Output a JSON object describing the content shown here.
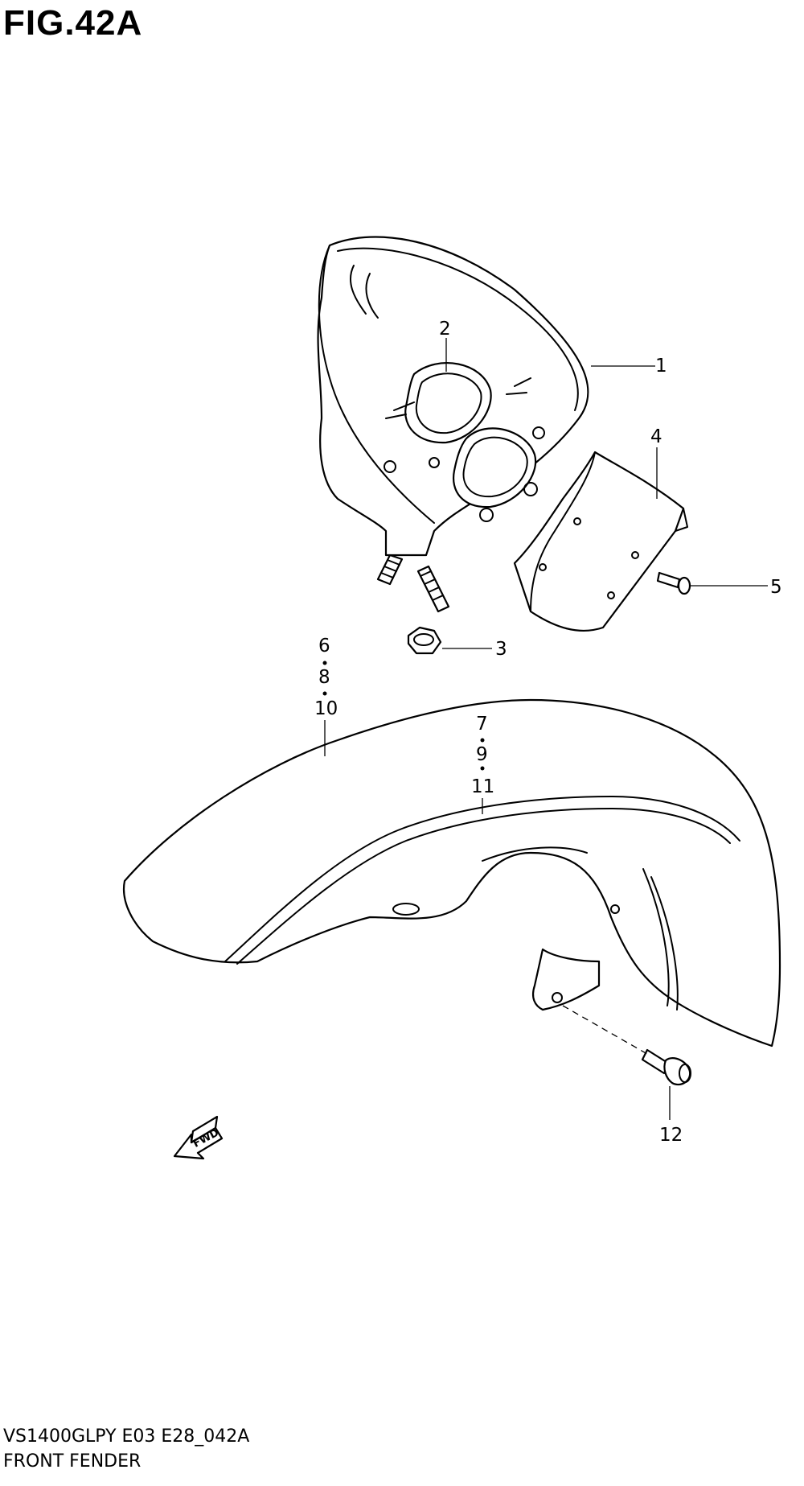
{
  "figure_title": "FIG.42A",
  "model_code": "VS1400GLPY E03 E28_042A",
  "section_name": "FRONT FENDER",
  "direction_label": "FWD",
  "callouts": {
    "c1": "1",
    "c2": "2",
    "c3": "3",
    "c4": "4",
    "c5": "5",
    "c6": "6",
    "c7": "7",
    "c8": "8",
    "c9": "9",
    "c10": "10",
    "c11": "11",
    "c12": "12"
  }
}
